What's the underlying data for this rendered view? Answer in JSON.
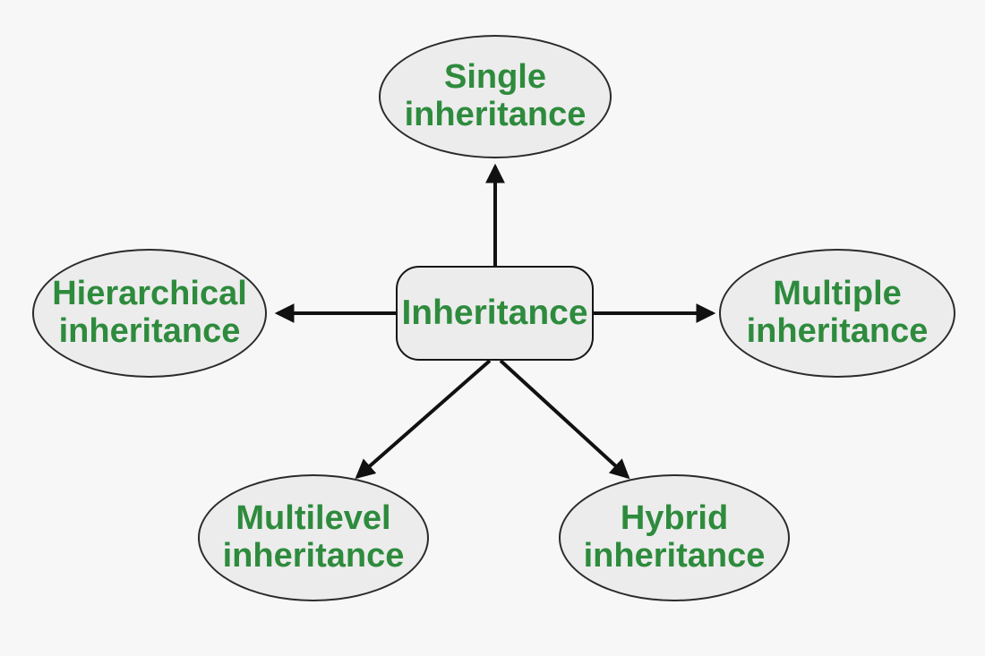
{
  "diagram": {
    "center": {
      "label": "Inheritance"
    },
    "nodes": [
      {
        "id": "single",
        "line1": "Single",
        "line2": "inheritance",
        "position": "top"
      },
      {
        "id": "hierarchical",
        "line1": "Hierarchical",
        "line2": "inheritance",
        "position": "left"
      },
      {
        "id": "multiple",
        "line1": "Multiple",
        "line2": "inheritance",
        "position": "right"
      },
      {
        "id": "multilevel",
        "line1": "Multilevel",
        "line2": "inheritance",
        "position": "bottom-left"
      },
      {
        "id": "hybrid",
        "line1": "Hybrid",
        "line2": "inheritance",
        "position": "bottom-right"
      }
    ],
    "edges": [
      {
        "from": "Inheritance",
        "to": "Single inheritance"
      },
      {
        "from": "Inheritance",
        "to": "Hierarchical inheritance"
      },
      {
        "from": "Inheritance",
        "to": "Multiple inheritance"
      },
      {
        "from": "Inheritance",
        "to": "Multilevel inheritance"
      },
      {
        "from": "Inheritance",
        "to": "Hybrid inheritance"
      }
    ],
    "colors": {
      "background": "#f7f7f7",
      "node_fill": "#ececec",
      "node_border": "#2b2b2b",
      "text_green": "#2e8b3d",
      "arrow": "#111111"
    }
  }
}
